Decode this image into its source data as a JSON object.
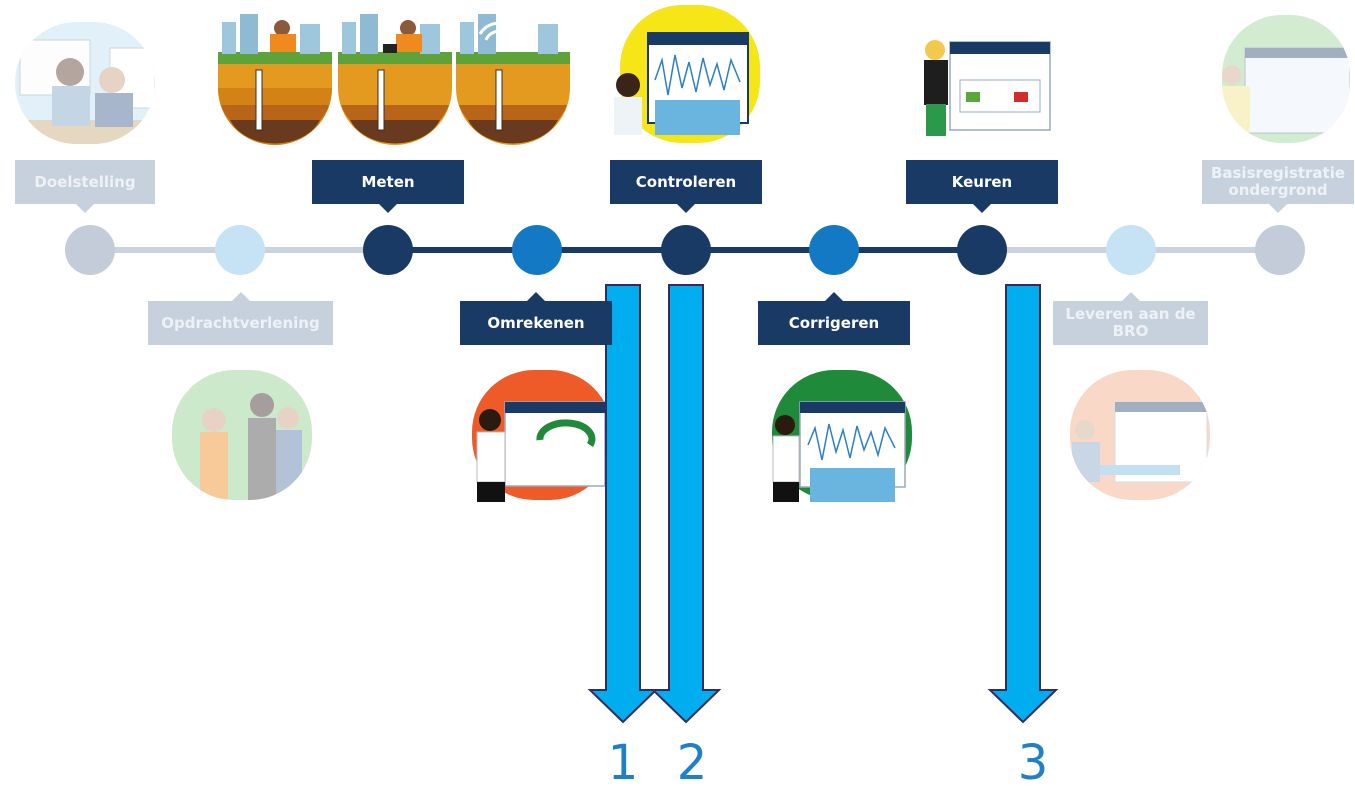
{
  "colors": {
    "dark_navy": "#1a3a66",
    "mid_blue": "#1479c4",
    "faded_grey": "#c7d1dd",
    "light_blue": "#c9e4f5",
    "arrow_fill": "#00aeef",
    "arrow_outline": "#3a2a5a",
    "number_color": "#1f7fc8"
  },
  "steps": {
    "doelstelling": "Doelstelling",
    "opdrachtverlening": "Opdrachtverlening",
    "meten": "Meten",
    "omrekenen": "Omrekenen",
    "controleren": "Controleren",
    "corrigeren": "Corrigeren",
    "keuren": "Keuren",
    "leveren_line1": "Leveren aan de",
    "leveren_line2": "BRO",
    "basis_line1": "Basisregistratie",
    "basis_line2": "ondergrond"
  },
  "arrow_numbers": [
    "1",
    "2",
    "3"
  ],
  "icons": {
    "doelstelling": "meeting-whiteboard-illustration",
    "opdrachtverlening": "handshake-workers-illustration",
    "meten": "groundwater-well-measurement-illustration",
    "omrekenen": "conversion-calculator-illustration",
    "controleren": "data-check-graph-illustration",
    "corrigeren": "data-correction-graph-illustration",
    "keuren": "approval-thumbs-illustration",
    "leveren": "delivery-desk-illustration",
    "basis": "map-registration-illustration"
  }
}
